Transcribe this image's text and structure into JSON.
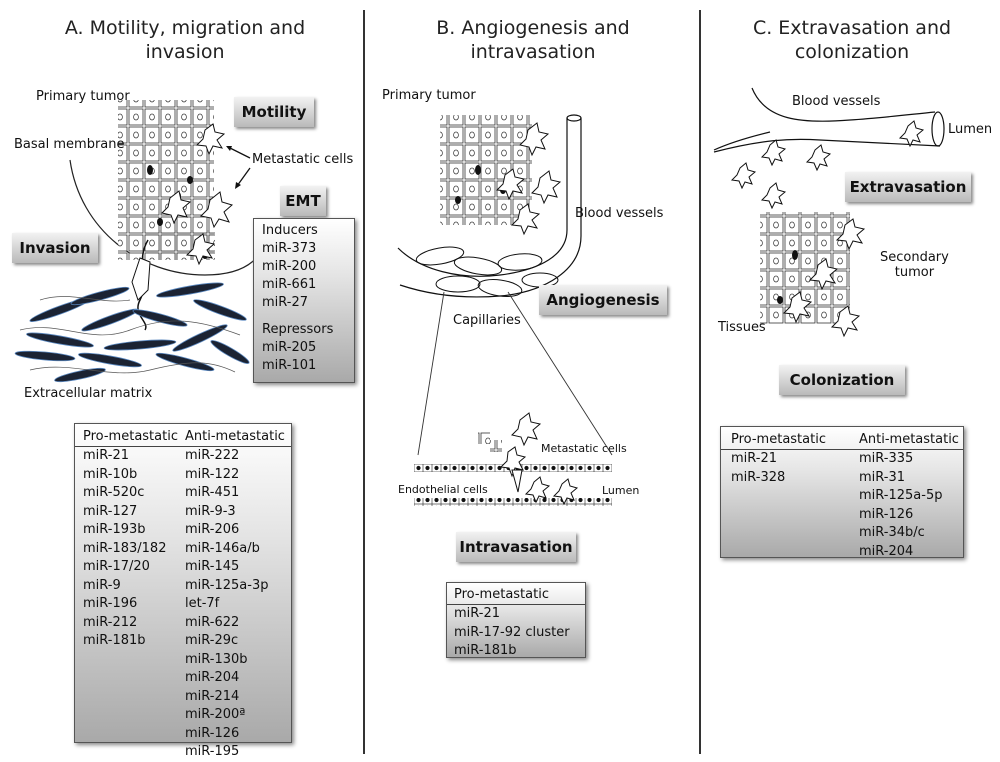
{
  "panels": {
    "a": {
      "title_line1": "A. Motility, migration and",
      "title_line2": "invasion",
      "labels": {
        "primary_tumor": "Primary tumor",
        "basal_membrane": "Basal membrane",
        "metastatic_cells": "Metastatic cells",
        "extracellular_matrix": "Extracellular matrix"
      },
      "tags": {
        "motility": "Motility",
        "emt": "EMT",
        "invasion": "Invasion"
      },
      "emt_box": {
        "inducers_label": "Inducers",
        "inducers": [
          "miR-373",
          "miR-200",
          "miR-661",
          "miR-27"
        ],
        "repressors_label": "Repressors",
        "repressors": [
          "miR-205",
          "miR-101"
        ]
      },
      "table": {
        "pro_header": "Pro-metastatic",
        "anti_header": "Anti-metastatic",
        "pro": [
          "miR-21",
          "miR-10b",
          "miR-520c",
          "miR-127",
          "miR-193b",
          "miR-183/182",
          "miR-17/20",
          "miR-9",
          "miR-196",
          "miR-212",
          "miR-181b"
        ],
        "anti": [
          "miR-222",
          "miR-122",
          "miR-451",
          "miR-9-3",
          "miR-206",
          "miR-146a/b",
          "miR-145",
          "miR-125a-3p",
          "let-7f",
          "miR-622",
          "miR-29c",
          "miR-130b",
          "miR-204",
          "miR-214",
          "miR-200ª",
          "miR-126",
          "miR-195"
        ]
      }
    },
    "b": {
      "title_line1": "B. Angiogenesis and",
      "title_line2": "intravasation",
      "labels": {
        "primary_tumor": "Primary tumor",
        "blood_vessels": "Blood vessels",
        "capillaries": "Capillaries",
        "metastatic_cells": "Metastatic cells",
        "endothelial_cells": "Endothelial cells",
        "lumen": "Lumen"
      },
      "tags": {
        "angiogenesis": "Angiogenesis",
        "intravasation": "Intravasation"
      },
      "table": {
        "pro_header": "Pro-metastatic",
        "pro": [
          "miR-21",
          "miR-17-92 cluster",
          "miR-181b"
        ]
      }
    },
    "c": {
      "title_line1": "C. Extravasation and",
      "title_line2": "colonization",
      "labels": {
        "blood_vessels": "Blood vessels",
        "lumen": "Lumen",
        "secondary_tumor_line1": "Secondary",
        "secondary_tumor_line2": "tumor",
        "tissues": "Tissues"
      },
      "tags": {
        "extravasation": "Extravasation",
        "colonization": "Colonization"
      },
      "table": {
        "pro_header": "Pro-metastatic",
        "anti_header": "Anti-metastatic",
        "pro": [
          "miR-21",
          "miR-328"
        ],
        "anti": [
          "miR-335",
          "miR-31",
          "miR-125a-5p",
          "miR-126",
          "miR-34b/c",
          "miR-204"
        ]
      }
    }
  }
}
